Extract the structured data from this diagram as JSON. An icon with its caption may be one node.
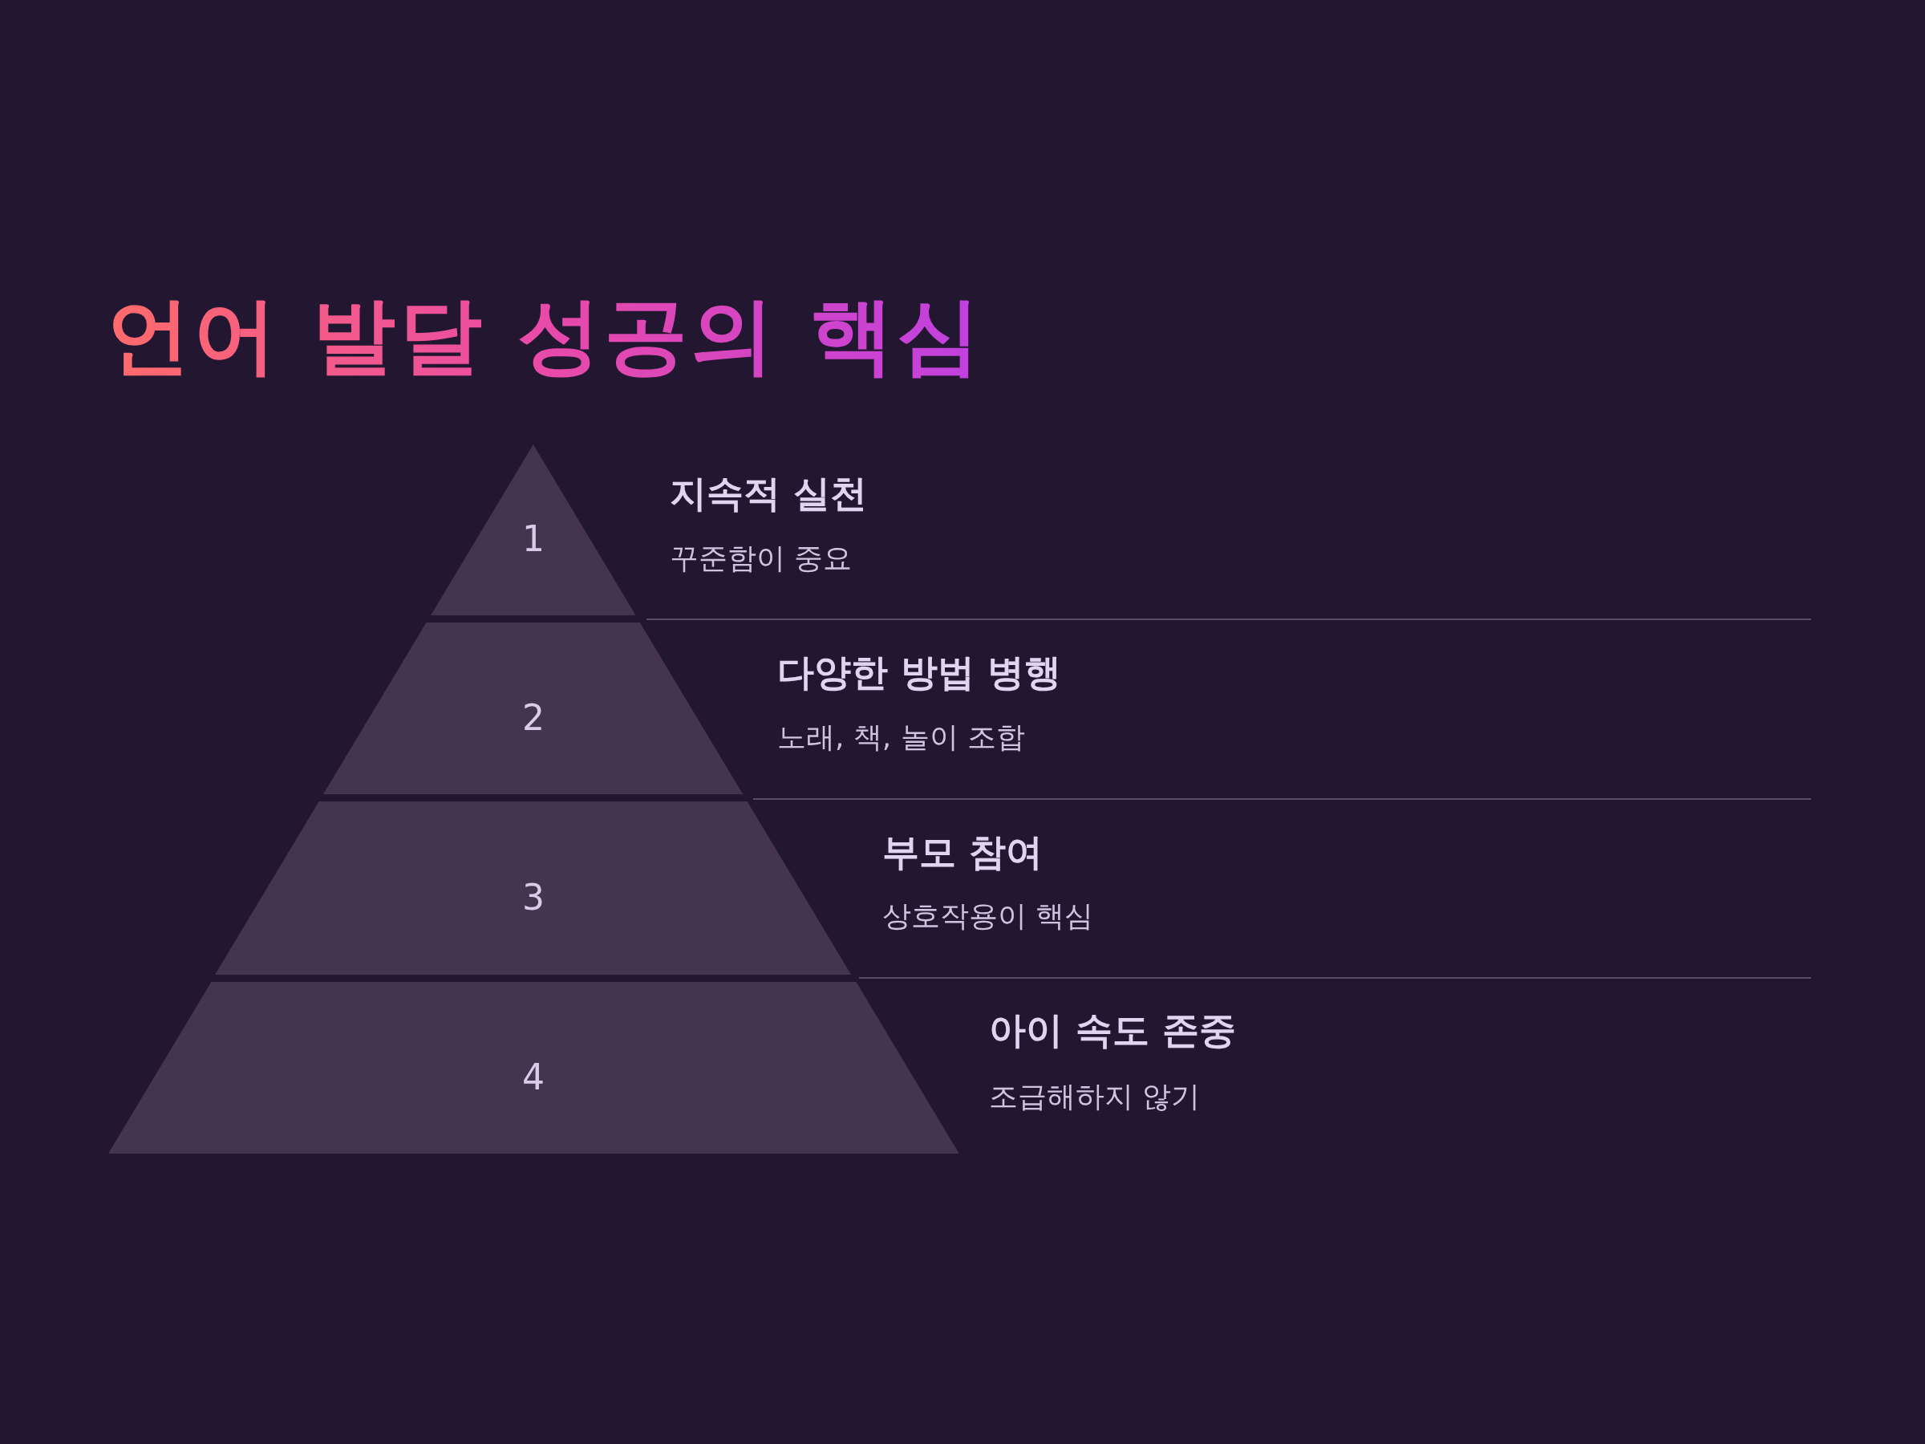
{
  "diagram": {
    "title": "언어 발달 성공의 핵심",
    "nodes": [
      {
        "text": [
          "1"
        ],
        "beside": [
          "지속적 실천",
          "꾸준함이 중요"
        ]
      },
      {
        "text": [
          "2"
        ],
        "beside": [
          "다양한 방법 병행",
          "노래, 책, 놀이 조합"
        ]
      },
      {
        "text": [
          "3"
        ],
        "beside": [
          "부모 참여",
          "상호작용이 핵심"
        ]
      },
      {
        "text": [
          "4"
        ],
        "beside": [
          "아이 속도 존중",
          "조급해하지 않기"
        ]
      }
    ],
    "edges": []
  }
}
